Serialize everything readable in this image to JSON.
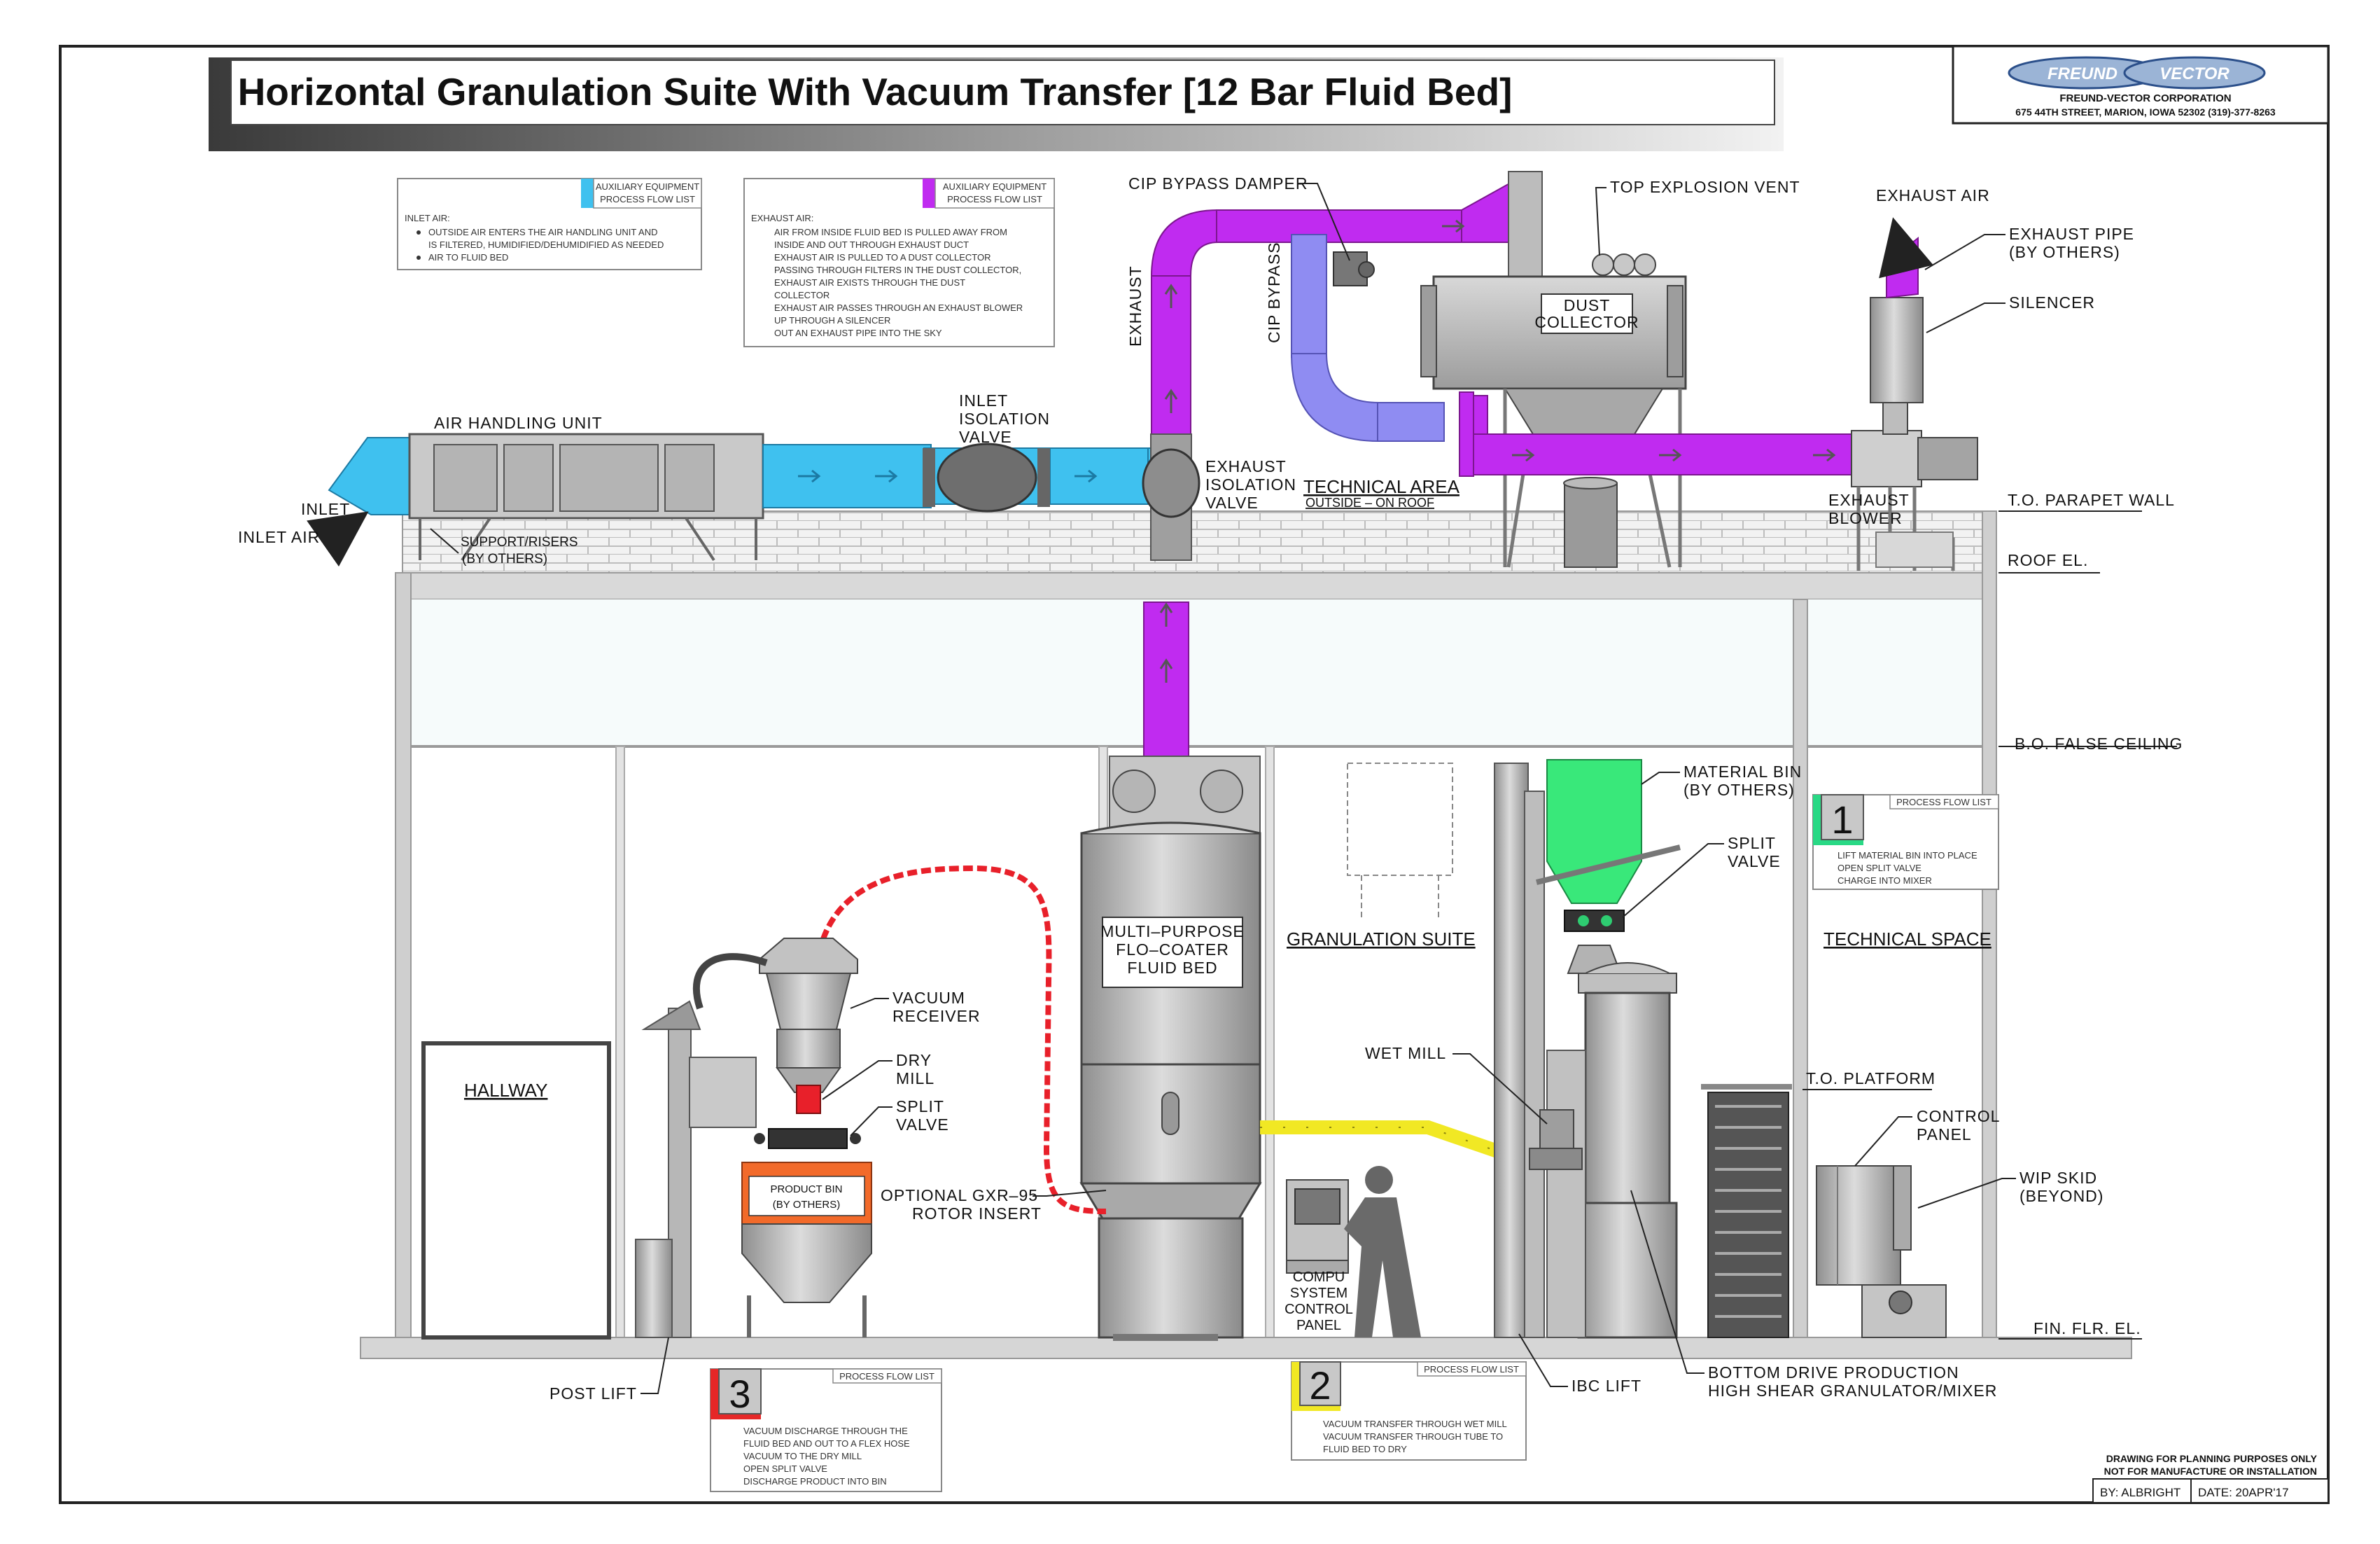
{
  "title": "Horizontal Granulation Suite With Vacuum Transfer [12 Bar Fluid Bed]",
  "company": {
    "logo_left": "FREUND",
    "logo_right": "VECTOR",
    "name": "FREUND-VECTOR CORPORATION",
    "address": "675 44TH STREET, MARION, IOWA 52302  (319)-377-8263"
  },
  "labels": {
    "air_handling_unit": "AIR  HANDLING  UNIT",
    "inlet": "INLET",
    "inlet_air": "INLET  AIR",
    "support_risers_1": "SUPPORT/RISERS",
    "support_risers_2": "(BY  OTHERS)",
    "inlet_isolation_1": "INLET",
    "inlet_isolation_2": "ISOLATION",
    "inlet_isolation_3": "VALVE",
    "exhaust_isolation_1": "EXHAUST",
    "exhaust_isolation_2": "ISOLATION",
    "exhaust_isolation_3": "VALVE",
    "exhaust_vertical": "EXHAUST",
    "cip_bypass_vertical": "CIP  BYPASS",
    "cip_bypass_damper": "CIP  BYPASS  DAMPER",
    "top_explosion_vent": "TOP  EXPLOSION  VENT",
    "dust_collector_1": "DUST",
    "dust_collector_2": "COLLECTOR",
    "exhaust_air": "EXHAUST  AIR",
    "exhaust_pipe_1": "EXHAUST  PIPE",
    "exhaust_pipe_2": "(BY  OTHERS)",
    "silencer": "SILENCER",
    "exhaust_blower_1": "EXHAUST",
    "exhaust_blower_2": "BLOWER",
    "technical_area": "TECHNICAL AREA",
    "outside_on_roof": "OUTSIDE  –  ON  ROOF",
    "to_parapet_wall": "T.O.  PARAPET  WALL",
    "roof_el": "ROOF  EL.",
    "bo_false_ceiling": "B.O.  FALSE  CEILING",
    "to_platform": "T.O.  PLATFORM",
    "fin_flr_el": "FIN.  FLR.  EL.",
    "material_bin_1": "MATERIAL  BIN",
    "material_bin_2": "(BY  OTHERS)",
    "split_valve_r_1": "SPLIT",
    "split_valve_r_2": "VALVE",
    "granulation_suite": "GRANULATION SUITE",
    "technical_space": "TECHNICAL SPACE",
    "wet_mill": "WET  MILL",
    "control_panel_1": "CONTROL",
    "control_panel_2": "PANEL",
    "wip_skid_1": "WIP  SKID",
    "wip_skid_2": "(BEYOND)",
    "fluid_bed_1": "MULTI–PURPOSE",
    "fluid_bed_2": "FLO–COATER",
    "fluid_bed_3": "FLUID  BED",
    "vacuum_receiver_1": "VACUUM",
    "vacuum_receiver_2": "RECEIVER",
    "dry_mill_1": "DRY",
    "dry_mill_2": "MILL",
    "split_valve_l_1": "SPLIT",
    "split_valve_l_2": "VALVE",
    "product_bin_1": "PRODUCT  BIN",
    "product_bin_2": "(BY  OTHERS)",
    "optional_rotor_1": "OPTIONAL  GXR–95",
    "optional_rotor_2": "ROTOR  INSERT",
    "hallway": "HALLWAY",
    "compu_1": "COMPU",
    "compu_2": "SYSTEM",
    "compu_3": "CONTROL",
    "compu_4": "PANEL",
    "post_lift": "POST  LIFT",
    "ibc_lift": "IBC  LIFT",
    "granulator_1": "BOTTOM  DRIVE  PRODUCTION",
    "granulator_2": "HIGH  SHEAR  GRANULATOR/MIXER"
  },
  "info_boxes": {
    "inlet": {
      "tag": "AUXILIARY EQUIPMENT",
      "tag2": "PROCESS FLOW LIST",
      "heading": "INLET AIR:",
      "items": [
        "OUTSIDE AIR ENTERS THE AIR HANDLING UNIT AND",
        "IS FILTERED, HUMIDIFIED/DEHUMIDIFIED AS NEEDED",
        "AIR TO FLUID BED"
      ]
    },
    "exhaust": {
      "tag": "AUXILIARY EQUIPMENT",
      "tag2": "PROCESS FLOW LIST",
      "heading": "EXHAUST AIR:",
      "items": [
        "AIR FROM INSIDE FLUID BED IS PULLED AWAY FROM",
        "INSIDE AND OUT THROUGH EXHAUST DUCT",
        "EXHAUST AIR IS PULLED TO A DUST COLLECTOR",
        "PASSING THROUGH FILTERS IN THE DUST COLLECTOR,",
        "EXHAUST AIR EXISTS THROUGH THE DUST",
        "COLLECTOR",
        "EXHAUST AIR PASSES THROUGH AN EXHAUST BLOWER",
        "UP THROUGH A SILENCER",
        "OUT AN EXHAUST PIPE INTO THE SKY"
      ]
    },
    "step1": {
      "number": "1",
      "tag": "PROCESS FLOW LIST",
      "items": [
        "LIFT MATERIAL BIN INTO PLACE",
        "OPEN SPLIT VALVE",
        "CHARGE INTO MIXER"
      ]
    },
    "step2": {
      "number": "2",
      "tag": "PROCESS FLOW LIST",
      "items": [
        "VACUUM TRANSFER THROUGH WET MILL",
        "VACUUM TRANSFER THROUGH TUBE TO",
        "FLUID BED TO DRY"
      ]
    },
    "step3": {
      "number": "3",
      "tag": "PROCESS FLOW LIST",
      "items": [
        "VACUUM DISCHARGE THROUGH THE",
        "FLUID BED AND OUT TO A FLEX HOSE",
        "VACUUM TO THE DRY MILL",
        "OPEN SPLIT VALVE",
        "DISCHARGE PRODUCT INTO BIN"
      ]
    }
  },
  "footer": {
    "note_1": "DRAWING  FOR  PLANNING  PURPOSES  ONLY",
    "note_2": "NOT  FOR  MANUFACTURE  OR  INSTALLATION",
    "by": "BY:  ALBRIGHT",
    "date": "DATE:  20APR'17"
  },
  "colors": {
    "inlet_duct": "#3fc1ef",
    "exhaust_duct": "#c02bf0",
    "cip_duct": "#8f8cf2",
    "vacuum_hose": "#e8202a",
    "transfer_tube": "#f1e824",
    "material_bin": "#39e87a",
    "step1": "#29d985",
    "step2": "#f1e824",
    "step3": "#e62727",
    "equipment": "#b9b9b9"
  }
}
